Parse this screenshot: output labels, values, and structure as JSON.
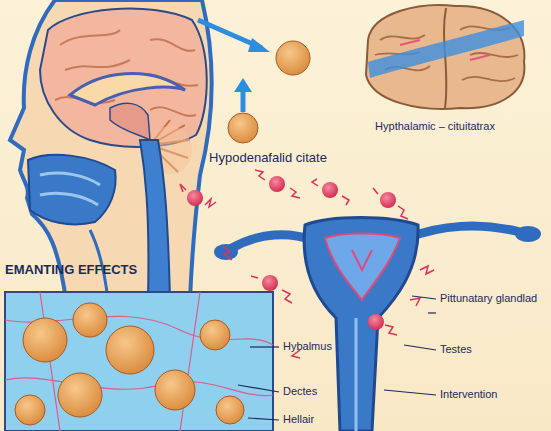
{
  "diagram": {
    "labels": [
      "Hypthalamic – cituitatrax",
      "Hypodenafalid citate",
      "Pittunatary glandlad",
      "EMANTING EFFECTS",
      "Hybalmus",
      "Testes",
      "Dectes",
      "Intervention",
      "Hellair"
    ]
  }
}
